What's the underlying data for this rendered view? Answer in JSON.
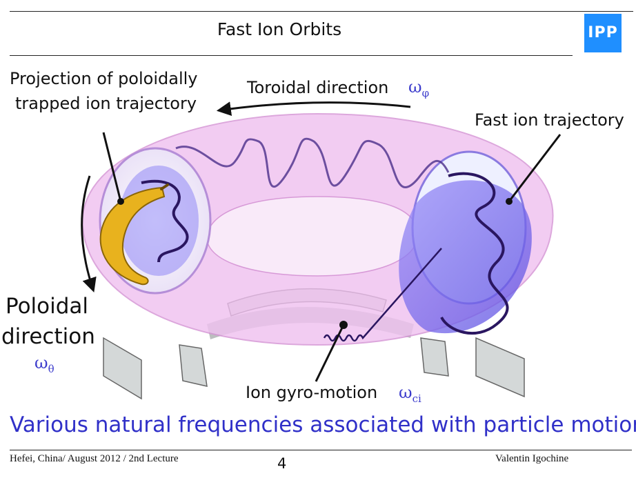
{
  "header": {
    "title": "Fast Ion Orbits",
    "logo_text": "IPP",
    "logo_color": "#1f8fff"
  },
  "labels": {
    "projection_line1": "Projection of poloidally",
    "projection_line2": "trapped ion trajectory",
    "toroidal": "Toroidal direction",
    "toroidal_symbol": "ω",
    "toroidal_sub": "φ",
    "fast_ion": "Fast ion trajectory",
    "poloidal_line1": "Poloidal",
    "poloidal_line2": "direction",
    "poloidal_symbol": "ω",
    "poloidal_sub": "θ",
    "gyro": "Ion gyro-motion",
    "gyro_symbol": "ω",
    "gyro_sub": "ci"
  },
  "subtitle": "Various natural frequencies associated with particle motion",
  "footer": {
    "left": "Hefei, China/ August 2012 / 2nd Lecture",
    "page": "4",
    "right": "Valentin Igochine"
  },
  "colors": {
    "torus": "#f0c2f0",
    "flux_surface": "#7a6cf0",
    "trajectory": "#2a1660",
    "symbol": "#3c3ccc",
    "subtitle": "#3030c8"
  }
}
